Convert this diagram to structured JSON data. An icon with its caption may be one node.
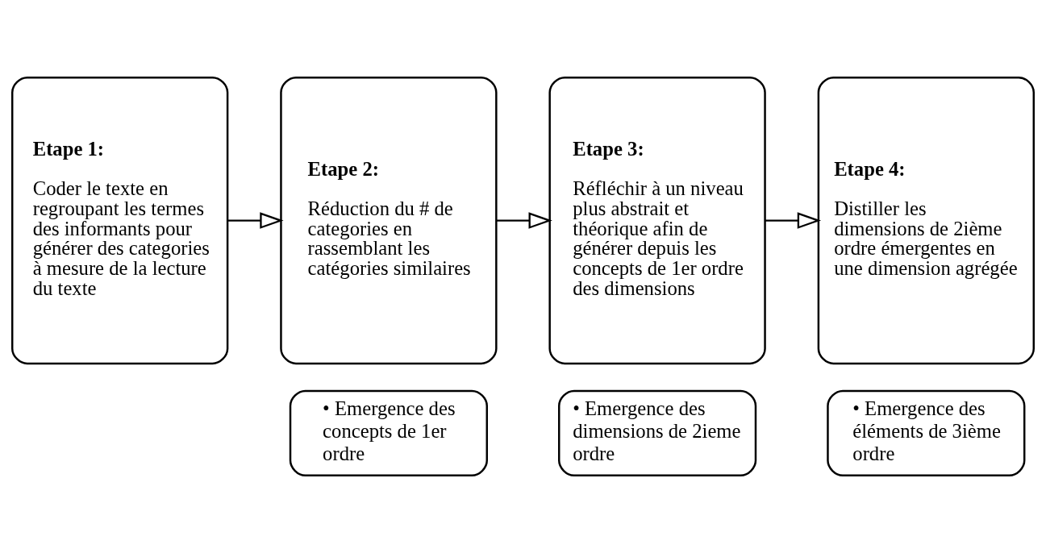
{
  "diagram": {
    "nodes": [
      {
        "text": [
          "Etape 1:",
          "Coder le texte en regroupant les termes des informants pour générer des categories à mesure de la lecture du texte"
        ]
      },
      {
        "text": [
          "Etape 2:",
          "Réduction du # de categories en rassemblant les catégories similaires"
        ]
      },
      {
        "text": [
          "• Emergence des concepts de 1er ordre"
        ]
      },
      {
        "text": [
          "Etape 3:",
          "Réfléchir à un niveau plus abstrait et théorique afin de générer depuis les concepts de 1er ordre des dimensions"
        ]
      },
      {
        "text": [
          "• Emergence des dimensions de 2ieme ordre"
        ]
      },
      {
        "text": [
          "Etape 4:",
          "Distiller les dimensions de 2ième ordre émergentes en une dimension agrégée"
        ]
      },
      {
        "text": [
          "• Emergence des éléments de 3ième ordre"
        ]
      }
    ],
    "edges": [
      {
        "from": 0,
        "to": 1,
        "arrow": "to"
      },
      {
        "from": 1,
        "to": 3,
        "arrow": "to"
      },
      {
        "from": 3,
        "to": 5,
        "arrow": "to"
      }
    ]
  }
}
